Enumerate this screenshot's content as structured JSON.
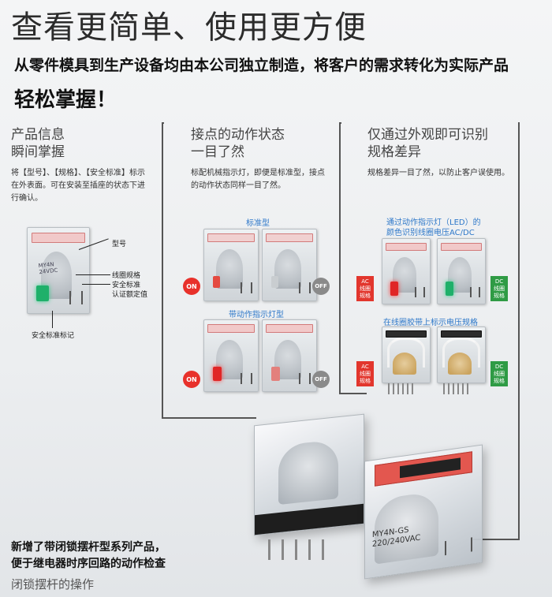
{
  "header": {
    "title": "查看更简单、使用更方便",
    "subtitle_line1": "从零件模具到生产设备均由本公司独立制造，将客户的需求转化为实际产品",
    "subtitle_line2": "轻松掌握！"
  },
  "col1": {
    "heading_line1": "产品信息",
    "heading_line2": "瞬间掌握",
    "body": "将【型号】、【规格】、【安全标准】标示在外表面。可在安装至插座的状态下进行确认。",
    "callouts": {
      "model": "型号",
      "coil_spec": "线圈规格",
      "safety_std": "安全标准",
      "rated_value": "认证额定值",
      "safety_mark": "安全标准标记"
    },
    "relay_text": "MY4N\n24VDC"
  },
  "col2": {
    "heading_line1": "接点的动作状态",
    "heading_line2": "一目了然",
    "body": "标配机械指示灯，即便是标准型，接点的动作状态同样一目了然。",
    "standard_caption": "标准型",
    "led_caption": "带动作指示灯型",
    "on_label": "ON",
    "off_label": "OFF"
  },
  "col3": {
    "heading_line1": "仅通过外观即可识别",
    "heading_line2": "规格差异",
    "body": "规格差异一目了然，以防止客户误使用。",
    "led_caption_line1": "通过动作指示灯（LED）的",
    "led_caption_line2": "颜色识别线圈电压AC/DC",
    "bobbin_caption": "在线圈胶带上标示电压规格",
    "ac_tag": "AC\n线圈\n规格",
    "dc_tag": "DC\n线圈\n规格"
  },
  "product": {
    "label": "MY4N-GS\n220/240VAC"
  },
  "footer": {
    "new_line1": "新增了带闭锁摆杆型系列产品，",
    "new_line2": "便于继电器时序回路的动作检查",
    "latch_caption": "闭锁摆杆的操作"
  },
  "colors": {
    "on_red": "#e8312b",
    "off_gray": "#8a8a8a",
    "ac_red": "#e2362d",
    "dc_green": "#2f9b45",
    "caption_blue": "#2e78c9"
  }
}
